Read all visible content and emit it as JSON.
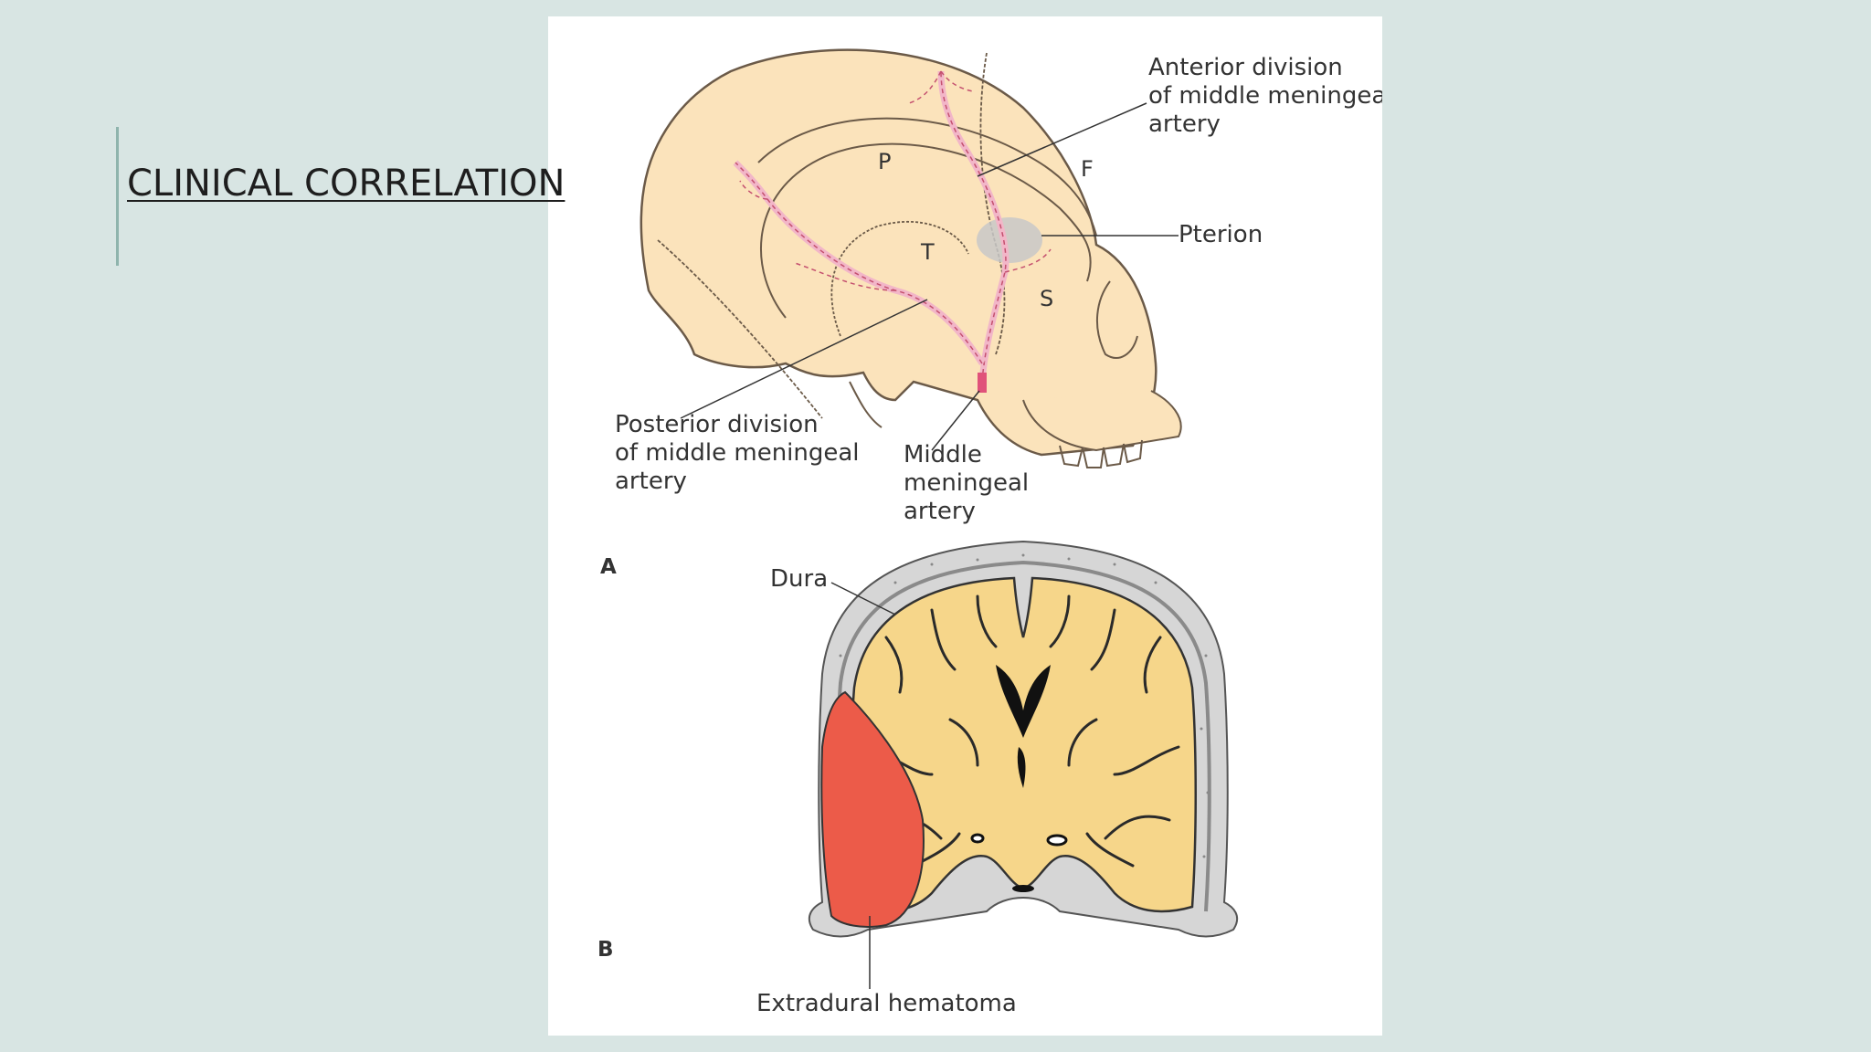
{
  "slide": {
    "title": "CLINICAL CORRELATION"
  },
  "figure": {
    "panel_a": {
      "letter": "A",
      "region_labels": {
        "parietal": "P",
        "frontal": "F",
        "temporal": "T",
        "sphenoid": "S"
      },
      "anterior_division": [
        "Anterior division",
        "of middle meningeal",
        "artery"
      ],
      "pterion": "Pterion",
      "posterior_division": [
        "Posterior division",
        "of middle meningeal",
        "artery"
      ],
      "middle_meningeal": [
        "Middle",
        "meningeal",
        "artery"
      ]
    },
    "panel_b": {
      "letter": "B",
      "dura": "Dura",
      "hematoma": "Extradural hematoma"
    },
    "colors": {
      "bone": "#fbe3bb",
      "bone_outline": "#6b5a48",
      "artery": "#f2b6c8",
      "artery_trunk": "#e0527a",
      "pterion": "#c8c8c8",
      "brain": "#f6d68a",
      "skull_section": "#d6d6d6",
      "hematoma": "#ec5b49"
    }
  }
}
